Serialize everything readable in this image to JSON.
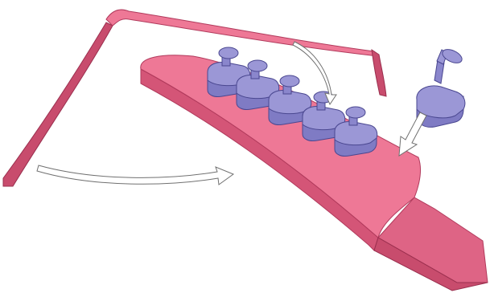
{
  "diagram": {
    "subject": "",
    "colors": {
      "headstock_top": "#ee7896",
      "headstock_side": "#d45577",
      "headstock_outline": "#b13a5c",
      "strap": "#e9708f",
      "strap_back": "#c84c6d",
      "neck": "#de6485",
      "peg_top": "#9b97d6",
      "peg_side": "#7f7bc4",
      "peg_outline": "#4a4790",
      "arrow_fill": "#ffffff",
      "arrow_stroke": "#707070"
    },
    "tuning_pegs": [
      {
        "id": "peg-1"
      },
      {
        "id": "peg-2"
      },
      {
        "id": "peg-3"
      },
      {
        "id": "peg-4"
      },
      {
        "id": "peg-5"
      }
    ],
    "arrows": [
      {
        "id": "rotate-arrow",
        "meaning": "rotate"
      },
      {
        "id": "curved-arrow",
        "meaning": "move"
      },
      {
        "id": "insert-arrow",
        "meaning": "insert"
      }
    ]
  }
}
